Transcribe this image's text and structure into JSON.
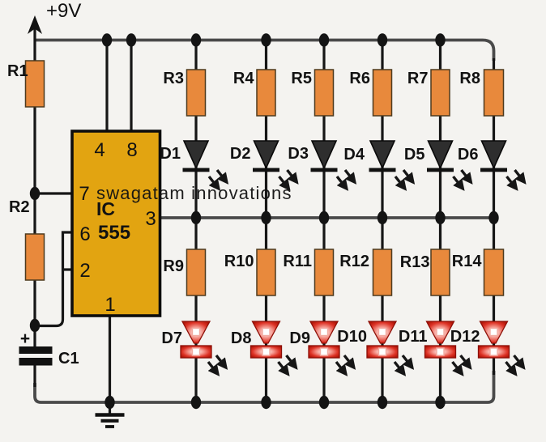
{
  "figure": {
    "type": "circuit-schematic",
    "subject": "IC 555 alternating LED flasher with two LED banks"
  },
  "supply": {
    "label": "+9V"
  },
  "watermark": {
    "text": "swagatam innovations"
  },
  "ic": {
    "line1": "IC",
    "line2": "555",
    "pin4": "4",
    "pin8": "8",
    "pin7": "7",
    "pin6": "6",
    "pin2": "2",
    "pin3": "3",
    "pin1": "1"
  },
  "left": {
    "r1": "R1",
    "r2": "R2",
    "c1": "C1",
    "c1_polarity": "+"
  },
  "top_row": {
    "resistors": [
      "R3",
      "R4",
      "R5",
      "R6",
      "R7",
      "R8"
    ],
    "leds": [
      "D1",
      "D2",
      "D3",
      "D4",
      "D5",
      "D6"
    ]
  },
  "bottom_row": {
    "resistors": [
      "R9",
      "R10",
      "R11",
      "R12",
      "R13",
      "R14"
    ],
    "leds": [
      "D7",
      "D8",
      "D9",
      "D10",
      "D11",
      "D12"
    ]
  },
  "colors": {
    "background": "#f4f3f0",
    "wire": "#4a4a4a",
    "lead": "#161616",
    "resistor_fill": "#e8893c",
    "resistor_border": "#4d3a1e",
    "ic_fill": "#e2a411",
    "ic_border": "#0d0d0d",
    "watermark": "#d0542c",
    "led_dark": "#2e2e2e",
    "led_red": "#c01b10"
  }
}
